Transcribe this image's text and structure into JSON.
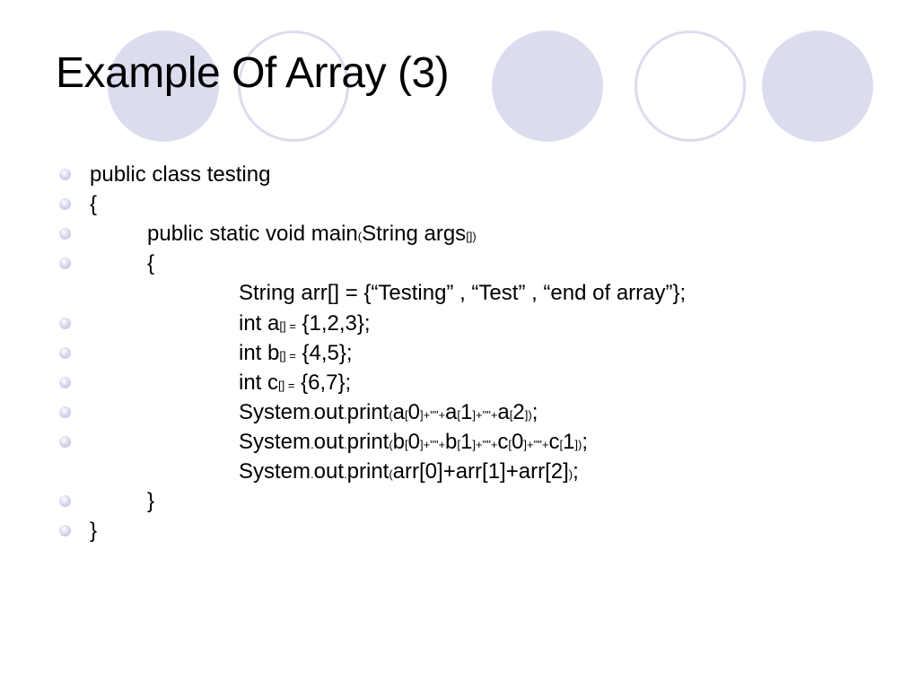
{
  "title": "Example Of Array (3)",
  "lines": [
    {
      "bullet": true,
      "indent": 0,
      "parts": [
        {
          "t": "public class testing"
        }
      ]
    },
    {
      "bullet": true,
      "indent": 0,
      "parts": [
        {
          "t": "{"
        }
      ]
    },
    {
      "bullet": true,
      "indent": 1,
      "parts": [
        {
          "t": "public static void main"
        },
        {
          "t": "(",
          "s": 1
        },
        {
          "t": "String args"
        },
        {
          "t": "[])",
          "s": 1
        }
      ]
    },
    {
      "bullet": true,
      "indent": 1,
      "parts": [
        {
          "t": "{"
        }
      ]
    },
    {
      "bullet": false,
      "indent": 2,
      "parts": [
        {
          "t": "String arr[] = {“Testing” , “Test” , “end of array”};"
        }
      ]
    },
    {
      "bullet": true,
      "indent": 2,
      "parts": [
        {
          "t": "int a"
        },
        {
          "t": "[] =",
          "s": 1
        },
        {
          "t": " {1,2,3};"
        }
      ]
    },
    {
      "bullet": true,
      "indent": 2,
      "parts": [
        {
          "t": "int b"
        },
        {
          "t": "[] =",
          "s": 1
        },
        {
          "t": " {4,5};"
        }
      ]
    },
    {
      "bullet": true,
      "indent": 2,
      "parts": [
        {
          "t": "int c"
        },
        {
          "t": "[] =",
          "s": 1
        },
        {
          "t": " {6,7};"
        }
      ]
    },
    {
      "bullet": true,
      "indent": 2,
      "parts": [
        {
          "t": "System"
        },
        {
          "t": ".",
          "s": 1
        },
        {
          "t": "out"
        },
        {
          "t": ".",
          "s": 1
        },
        {
          "t": "print"
        },
        {
          "t": "(",
          "s": 1
        },
        {
          "t": "a"
        },
        {
          "t": "[",
          "s": 1
        },
        {
          "t": "0"
        },
        {
          "t": "]+\"\"+",
          "s": 1
        },
        {
          "t": "a"
        },
        {
          "t": "[",
          "s": 1
        },
        {
          "t": "1"
        },
        {
          "t": "]+\"\"+",
          "s": 1
        },
        {
          "t": "a"
        },
        {
          "t": "[",
          "s": 1
        },
        {
          "t": "2"
        },
        {
          "t": "])",
          "s": 1
        },
        {
          "t": ";"
        }
      ]
    },
    {
      "bullet": true,
      "indent": 2,
      "parts": [
        {
          "t": "System"
        },
        {
          "t": ".",
          "s": 1
        },
        {
          "t": "out"
        },
        {
          "t": ".",
          "s": 1
        },
        {
          "t": "print"
        },
        {
          "t": "(",
          "s": 1
        },
        {
          "t": "b"
        },
        {
          "t": "[",
          "s": 1
        },
        {
          "t": "0"
        },
        {
          "t": "]+\"\"+",
          "s": 1
        },
        {
          "t": "b"
        },
        {
          "t": "[",
          "s": 1
        },
        {
          "t": "1"
        },
        {
          "t": "]+\"\"+",
          "s": 1
        },
        {
          "t": "c"
        },
        {
          "t": "[",
          "s": 1
        },
        {
          "t": "0"
        },
        {
          "t": "]+\"\"+",
          "s": 1
        },
        {
          "t": "c"
        },
        {
          "t": "[",
          "s": 1
        },
        {
          "t": "1"
        },
        {
          "t": "])",
          "s": 1
        },
        {
          "t": ";"
        }
      ]
    },
    {
      "bullet": false,
      "indent": 2,
      "parts": [
        {
          "t": "System"
        },
        {
          "t": ".",
          "s": 1
        },
        {
          "t": "out"
        },
        {
          "t": ".",
          "s": 1
        },
        {
          "t": "print"
        },
        {
          "t": "(",
          "s": 1
        },
        {
          "t": "arr[0]+arr[1]+arr[2]"
        },
        {
          "t": ")",
          "s": 1
        },
        {
          "t": ";"
        }
      ]
    },
    {
      "bullet": true,
      "indent": 1,
      "parts": [
        {
          "t": "}"
        }
      ]
    },
    {
      "bullet": true,
      "indent": 0,
      "parts": [
        {
          "t": "}"
        }
      ]
    }
  ]
}
